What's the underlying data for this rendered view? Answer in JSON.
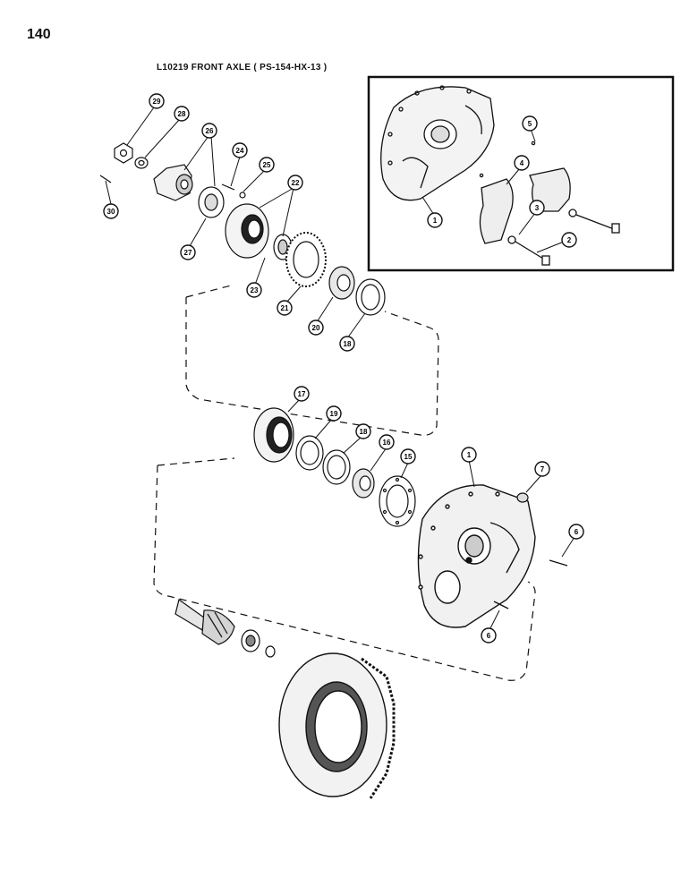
{
  "page": {
    "number": "140",
    "title": "L10219 FRONT AXLE ( PS-154-HX-13 )"
  },
  "callouts": [
    {
      "label": "29"
    },
    {
      "label": "28"
    },
    {
      "label": "26"
    },
    {
      "label": "24"
    },
    {
      "label": "25"
    },
    {
      "label": "22"
    },
    {
      "label": "30"
    },
    {
      "label": "27"
    },
    {
      "label": "23"
    },
    {
      "label": "21"
    },
    {
      "label": "20"
    },
    {
      "label": "18"
    },
    {
      "label": "17"
    },
    {
      "label": "19"
    },
    {
      "label": "18"
    },
    {
      "label": "16"
    },
    {
      "label": "15"
    },
    {
      "label": "1"
    },
    {
      "label": "7"
    },
    {
      "label": "6"
    },
    {
      "label": "6"
    },
    {
      "label": "5"
    },
    {
      "label": "4"
    },
    {
      "label": "3"
    },
    {
      "label": "2"
    },
    {
      "label": "1"
    }
  ]
}
